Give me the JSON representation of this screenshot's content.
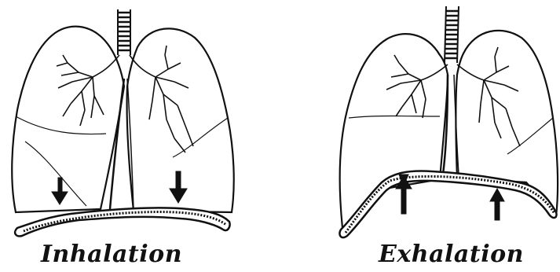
{
  "diagrams": [
    {
      "caption": "Inhalation",
      "diaphragm_state": "contracted-flat",
      "arrow_direction": "down"
    },
    {
      "caption": "Exhalation",
      "diaphragm_state": "relaxed-domed",
      "arrow_direction": "up"
    }
  ],
  "colors": {
    "ink": "#111111",
    "background": "#ffffff"
  }
}
